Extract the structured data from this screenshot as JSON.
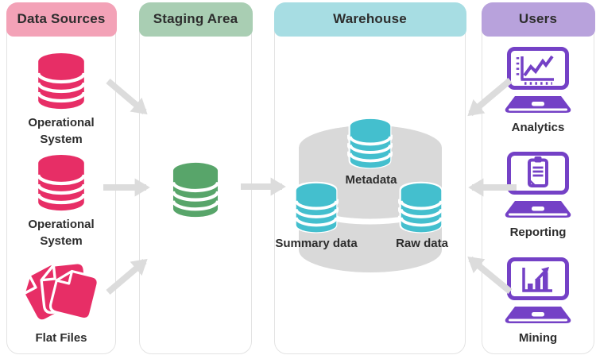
{
  "colors": {
    "pink": "#e72e66",
    "pink_header": "#f3a2b7",
    "green": "#58a56a",
    "green_header": "#a9ceb3",
    "teal": "#44bfce",
    "teal_header": "#a7dde3",
    "purple": "#7441c6",
    "purple_header": "#b8a2dc",
    "arrow": "#dcdcdc",
    "warehouse_cylinder": "#d9d9d9",
    "text": "#2d2d2d",
    "panel_border": "#e3e3e3",
    "panel_bg": "#ffffff"
  },
  "diagram": {
    "columns": [
      {
        "id": "data-sources",
        "title": "Data Sources",
        "items": [
          {
            "icon": "database-icon",
            "label": "Operational System"
          },
          {
            "icon": "database-icon",
            "label": "Operational System"
          },
          {
            "icon": "flat-files-icon",
            "label": "Flat Files"
          }
        ]
      },
      {
        "id": "staging-area",
        "title": "Staging Area",
        "items": [
          {
            "icon": "database-icon",
            "label": ""
          }
        ]
      },
      {
        "id": "warehouse",
        "title": "Warehouse",
        "items": [
          {
            "icon": "database-icon",
            "label": "Metadata"
          },
          {
            "icon": "database-icon",
            "label": "Summary data"
          },
          {
            "icon": "database-icon",
            "label": "Raw data"
          }
        ]
      },
      {
        "id": "users",
        "title": "Users",
        "items": [
          {
            "icon": "laptop-analytics-icon",
            "label": "Analytics"
          },
          {
            "icon": "laptop-reporting-icon",
            "label": "Reporting"
          },
          {
            "icon": "laptop-mining-icon",
            "label": "Mining"
          }
        ]
      }
    ],
    "flows": [
      {
        "from": "operational-system-1",
        "to": "staging-area"
      },
      {
        "from": "operational-system-2",
        "to": "staging-area"
      },
      {
        "from": "flat-files",
        "to": "staging-area"
      },
      {
        "from": "staging-area",
        "to": "warehouse"
      },
      {
        "from": "analytics",
        "to": "warehouse"
      },
      {
        "from": "reporting",
        "to": "warehouse"
      },
      {
        "from": "mining",
        "to": "warehouse"
      }
    ]
  }
}
